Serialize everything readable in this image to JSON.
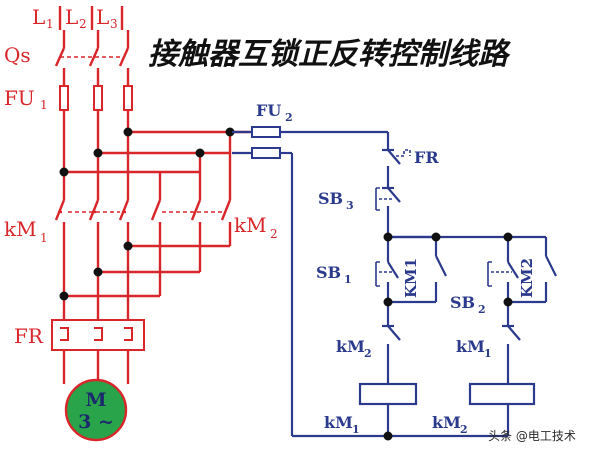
{
  "title": "接触器互锁正反转控制线路",
  "colors": {
    "power": "#d8262a",
    "control": "#2b3a8c",
    "motor_fill": "#2aa44a",
    "node": "#111111"
  },
  "labels": {
    "L1": "L",
    "L1_sub": "1",
    "L2": "L",
    "L2_sub": "2",
    "L3": "L",
    "L3_sub": "3",
    "qs": "Qs",
    "fu1": "FU",
    "fu1_sub": "1",
    "km1_main": "kM",
    "km1_main_sub": "1",
    "km2_main": "kM",
    "km2_main_sub": "2",
    "fr_main": "FR",
    "motor_m": "M",
    "motor_phase": "3 ~",
    "fu2": "FU",
    "fu2_sub": "2",
    "fr_ctrl": "FR",
    "sb3": "SB",
    "sb3_sub": "3",
    "sb1": "SB",
    "sb1_sub": "1",
    "km1_hold": "KM1",
    "sb2": "SB",
    "sb2_sub": "2",
    "km2_hold": "KM2",
    "km2_interlock": "kM",
    "km2_interlock_sub": "2",
    "km1_interlock": "kM",
    "km1_interlock_sub": "1",
    "coil1": "kM",
    "coil1_sub": "1",
    "coil2": "kM",
    "coil2_sub": "2"
  },
  "watermark": "头条 @电工技术"
}
